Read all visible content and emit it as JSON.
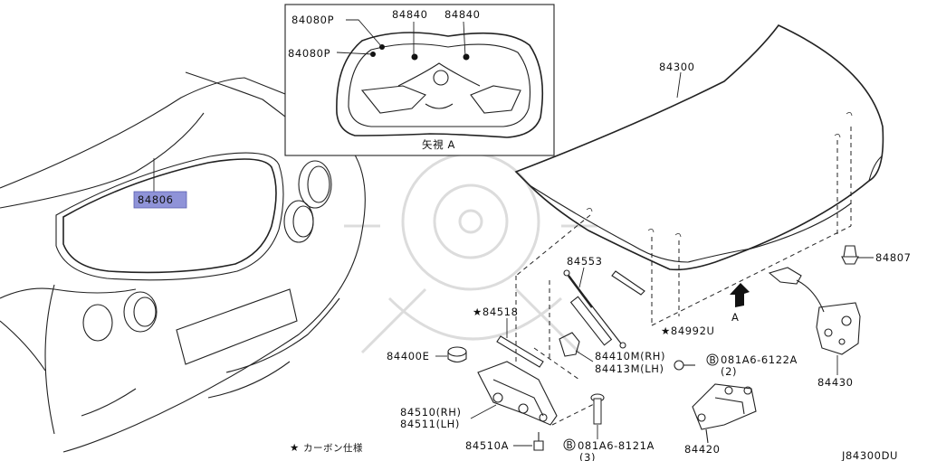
{
  "diagram_code": "J84300DU",
  "inset": {
    "caption": "矢視 A"
  },
  "arrow_label": "A",
  "legend": {
    "symbol": "★",
    "text": "カーボン仕様"
  },
  "parts": {
    "p84806": "84806",
    "p84080P_a": "84080P",
    "p84080P_b": "84080P",
    "p84840_a": "84840",
    "p84840_b": "84840",
    "p84300": "84300",
    "p84807": "84807",
    "p84553": "84553",
    "p84518": "★84518",
    "p84992U": "★84992U",
    "p84400E": "84400E",
    "p84410M": "84410M(RH)",
    "p84413M": "84413M(LH)",
    "p84510": "84510(RH)",
    "p84511": "84511(LH)",
    "p84510A": "84510A",
    "bolt1_code": "081A6-6122A",
    "bolt1_qty": "(2)",
    "bolt2_code": "081A6-8121A",
    "bolt2_qty": "(3)",
    "bolt_marker": "B",
    "p84430": "84430",
    "p84420": "84420"
  },
  "colors": {
    "highlight": "#8f93d8",
    "line": "#222222",
    "watermark": "#d9d9d9"
  }
}
